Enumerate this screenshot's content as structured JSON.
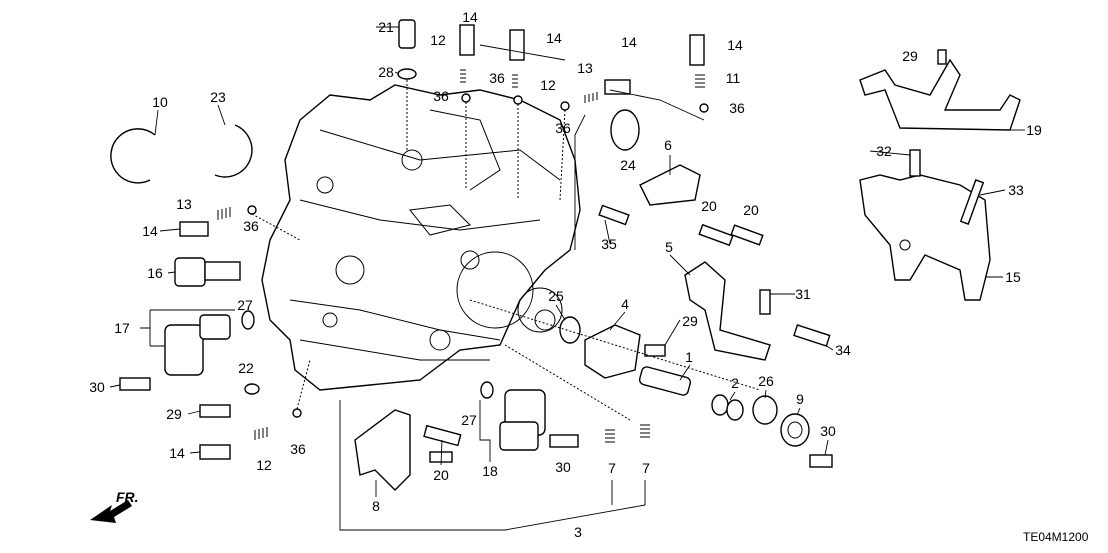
{
  "diagram": {
    "callouts": [
      "21",
      "14",
      "14",
      "14",
      "14",
      "29",
      "12",
      "28",
      "12",
      "36",
      "13",
      "11",
      "36",
      "10",
      "23",
      "36",
      "36",
      "19",
      "24",
      "6",
      "32",
      "33",
      "13",
      "36",
      "14",
      "35",
      "20",
      "20",
      "16",
      "5",
      "15",
      "31",
      "25",
      "4",
      "29",
      "27",
      "17",
      "34",
      "1",
      "22",
      "2",
      "26",
      "9",
      "30",
      "29",
      "30",
      "36",
      "27",
      "14",
      "12",
      "20",
      "18",
      "30",
      "7",
      "7",
      "8",
      "3"
    ],
    "direction_label": "FR.",
    "diagram_code": "TE04M1200",
    "line_color": "#000000",
    "background_color": "#ffffff"
  }
}
